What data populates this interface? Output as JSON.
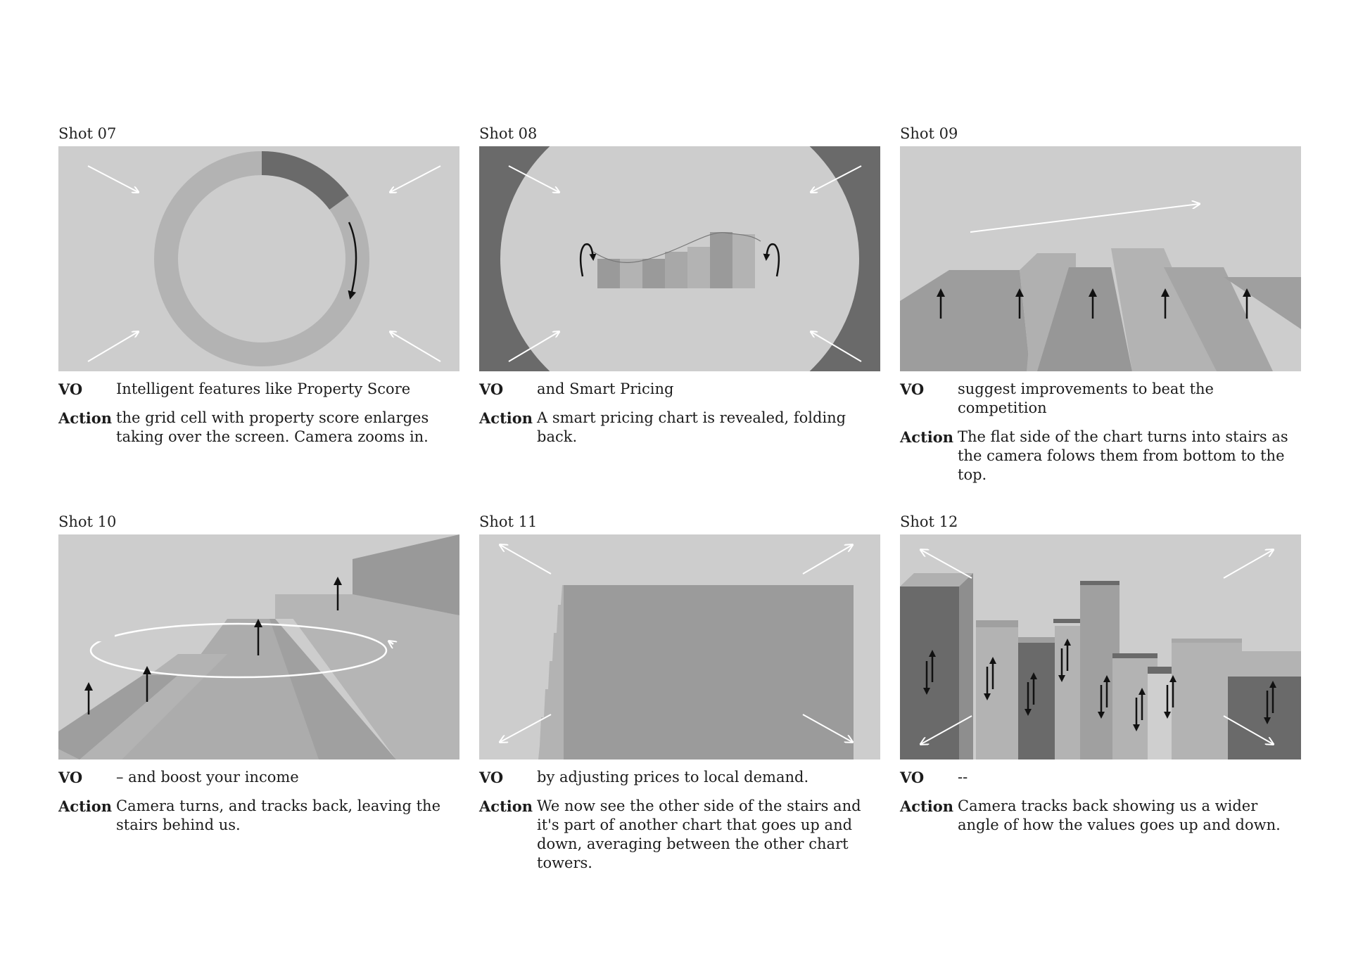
{
  "shots": [
    {
      "title": "Shot 07",
      "vo_label": "VO",
      "vo": "Intelligent features like Property Score",
      "action_label": "Action",
      "action": "the grid cell with property score enlarges taking over the screen. Camera zooms in."
    },
    {
      "title": "Shot 08",
      "vo_label": "VO",
      "vo": "and Smart Pricing",
      "action_label": "Action",
      "action": "A smart pricing chart is revealed, folding back."
    },
    {
      "title": "Shot 09",
      "vo_label": "VO",
      "vo": "suggest improvements to beat the competition",
      "action_label": "Action",
      "action": "The flat side of the chart turns into stairs as the camera folows them from bottom to the top."
    },
    {
      "title": "Shot 10",
      "vo_label": "VO",
      "vo": "– and boost your income",
      "action_label": "Action",
      "action": "Camera turns, and tracks back, leaving the stairs behind us."
    },
    {
      "title": "Shot 11",
      "vo_label": "VO",
      "vo": "by adjusting prices to local demand.",
      "action_label": "Action",
      "action": "We now see the other side of the stairs and it's part of another chart that goes up and down, averaging between the other chart towers."
    },
    {
      "title": "Shot 12",
      "vo_label": "VO",
      "vo": "--",
      "action_label": "Action",
      "action": "Camera tracks back showing us a wider angle of how the values goes up and down."
    }
  ],
  "colors": {
    "frame_bg": "#cdcdcd",
    "mid_gray": "#b3b3b3",
    "dark_gray": "#6a6a6a",
    "arrow_white": "#ffffff",
    "arrow_black": "#111111"
  },
  "icons": {
    "zoom_in_arrows": "diagonal-arrows-inward",
    "zoom_out_arrows": "diagonal-arrows-outward",
    "rotate_arrows": "curved-rotation-arrows",
    "up_arrows": "upward-arrows",
    "up_down_arrows": "up-down-arrows"
  }
}
